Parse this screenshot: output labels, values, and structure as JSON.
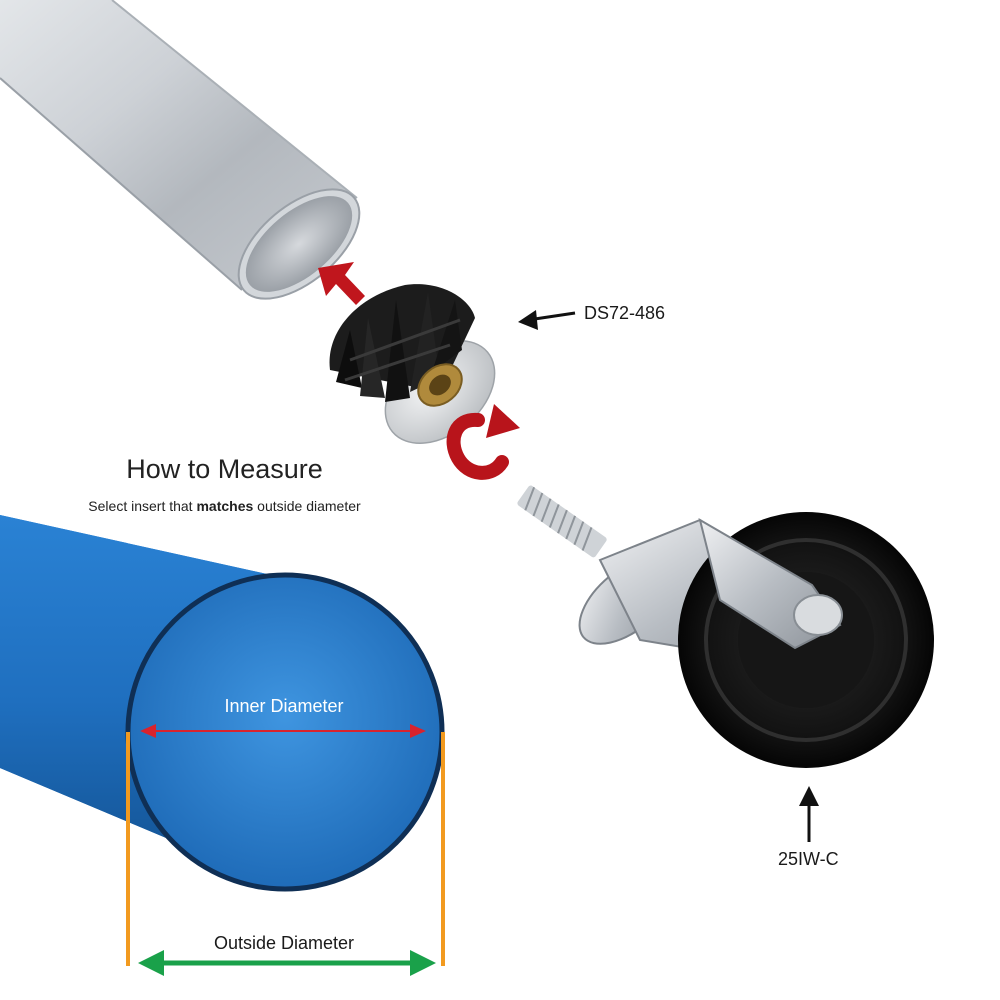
{
  "parts": {
    "insert_code": "DS72-486",
    "caster_code": "25IW-C"
  },
  "measure": {
    "title": "How to Measure",
    "subtitle_pre": "Select insert that ",
    "subtitle_bold": "matches",
    "subtitle_post": " outside diameter",
    "inner_label": "Inner Diameter",
    "outer_label": "Outside Diameter"
  },
  "colors": {
    "tube_blue": "#1f6fbf",
    "tube_outline": "#0f2f55",
    "inner_arrow": "#d9232d",
    "outer_arrow": "#1aa14a",
    "guide_lines": "#f29a1f",
    "insert_arrows": "#c0161d",
    "aluminum": "#c9cdd2"
  },
  "icons": [
    "push-arrow-icon",
    "rotate-arrow-icon",
    "pointer-arrow-icon"
  ]
}
